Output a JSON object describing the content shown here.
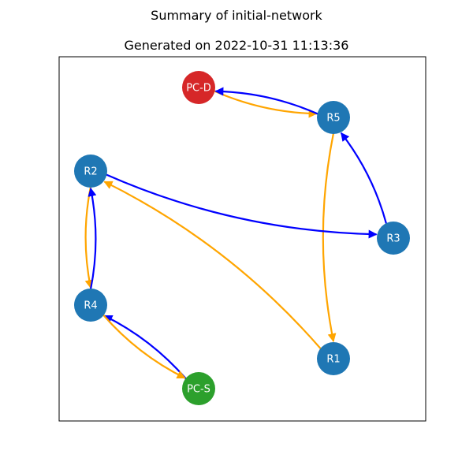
{
  "header": {
    "title": "Summary of initial-network",
    "subtitle": "Generated on 2022-10-31 11:13:36"
  },
  "colors": {
    "router": "#1f77b4",
    "source": "#2ca02c",
    "destination": "#d62728",
    "forward_edge": "#ffa500",
    "reverse_edge": "#0000ff"
  },
  "nodes": [
    {
      "id": "PC-D",
      "label": "PC-D",
      "kind": "destination"
    },
    {
      "id": "R5",
      "label": "R5",
      "kind": "router"
    },
    {
      "id": "R2",
      "label": "R2",
      "kind": "router"
    },
    {
      "id": "R3",
      "label": "R3",
      "kind": "router"
    },
    {
      "id": "R4",
      "label": "R4",
      "kind": "router"
    },
    {
      "id": "R1",
      "label": "R1",
      "kind": "router"
    },
    {
      "id": "PC-S",
      "label": "PC-S",
      "kind": "source"
    }
  ],
  "edges": [
    {
      "from": "PC-D",
      "to": "R5",
      "color": "forward_edge"
    },
    {
      "from": "R5",
      "to": "PC-D",
      "color": "reverse_edge"
    },
    {
      "from": "R5",
      "to": "R1",
      "color": "forward_edge"
    },
    {
      "from": "R3",
      "to": "R5",
      "color": "reverse_edge"
    },
    {
      "from": "R2",
      "to": "R3",
      "color": "reverse_edge"
    },
    {
      "from": "R1",
      "to": "R2",
      "color": "forward_edge"
    },
    {
      "from": "R2",
      "to": "R4",
      "color": "forward_edge"
    },
    {
      "from": "R4",
      "to": "R2",
      "color": "reverse_edge"
    },
    {
      "from": "PC-S",
      "to": "R4",
      "color": "reverse_edge"
    },
    {
      "from": "R4",
      "to": "PC-S",
      "color": "forward_edge"
    }
  ]
}
